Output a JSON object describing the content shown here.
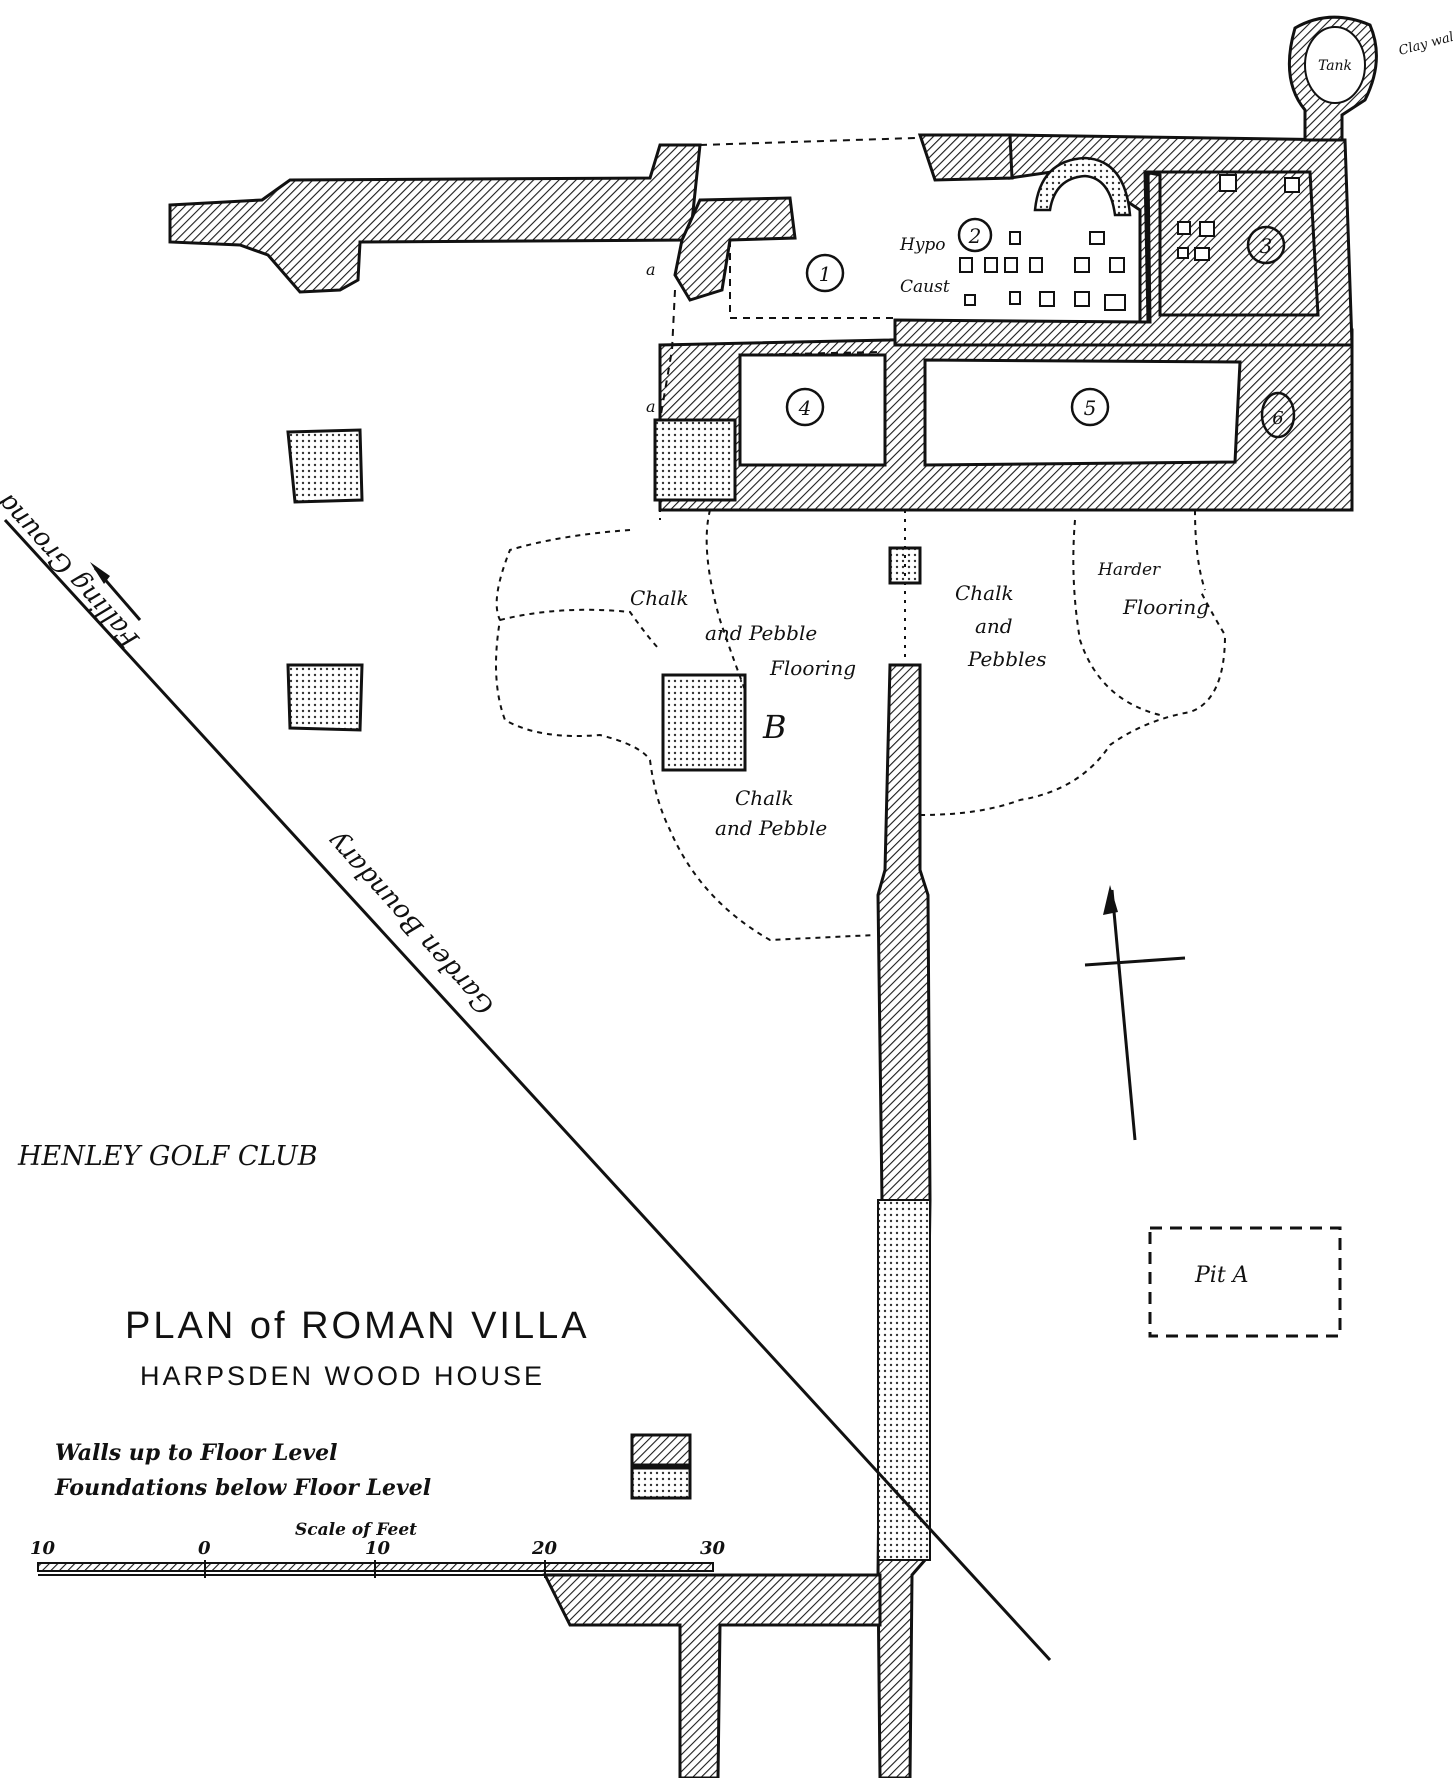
{
  "labels": {
    "tank": "Tank",
    "clay_walls": "Clay walls",
    "hypo": "Hypo",
    "caust": "Caust",
    "room_1": "1",
    "room_2": "2",
    "room_3": "3",
    "room_4": "4",
    "room_5": "5",
    "room_6": "6",
    "a_upper": "a",
    "a_lower": "a",
    "chalk_pebble_flooring_line1": "Chalk",
    "chalk_pebble_flooring_line2": "and Pebble",
    "chalk_pebble_flooring_line3": "Flooring",
    "chalk_pebbles_line1": "Chalk",
    "chalk_pebbles_line2": "and",
    "chalk_pebbles_line3": "Pebbles",
    "harder_flooring_line1": "Harder",
    "harder_flooring_line2": "Flooring",
    "chalk_pebble_lower_line1": "Chalk",
    "chalk_pebble_lower_line2": "and Pebble",
    "area_b": "B",
    "falling_ground": "Falling Ground",
    "garden_boundary": "Garden Boundary",
    "henley_golf_club": "HENLEY GOLF CLUB",
    "pit_a": "Pit A",
    "title_line1": "PLAN of ROMAN VILLA",
    "title_line2": "HARPSDEN WOOD HOUSE"
  },
  "legend": {
    "walls": "Walls up to Floor Level",
    "foundations": "Foundations below Floor Level"
  },
  "scale": {
    "caption": "Scale of Feet",
    "ticks": [
      "10",
      "0",
      "10",
      "20",
      "30"
    ]
  }
}
